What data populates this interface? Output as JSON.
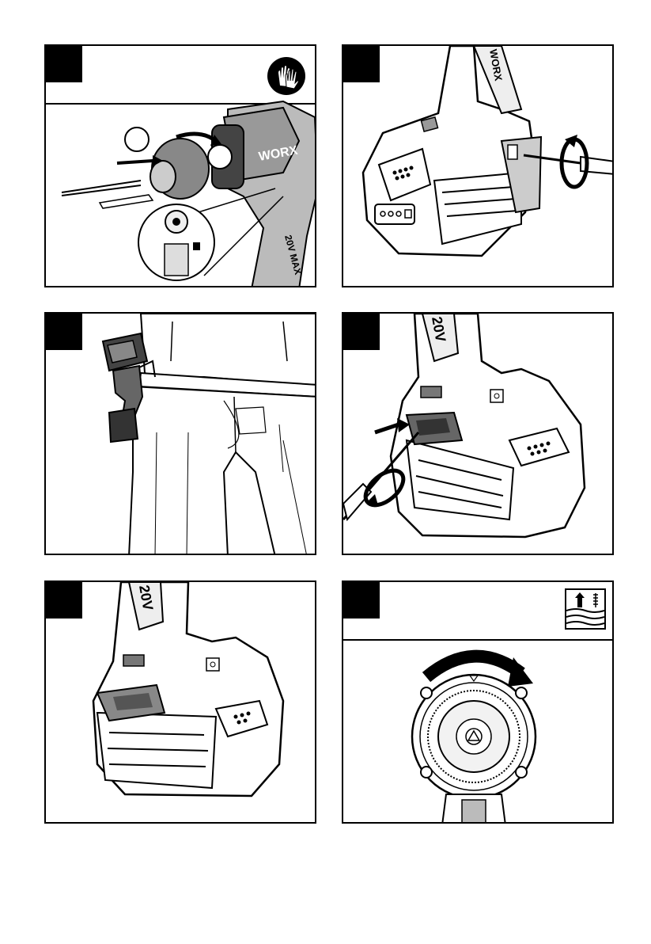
{
  "panels": [
    {
      "id": 1,
      "brand_text": "WORX",
      "model_text": "20V MAX",
      "icon": "gloves-icon"
    },
    {
      "id": 2,
      "brand_text": "WORX",
      "icon": "screwdriver-rotate-icon"
    },
    {
      "id": 3,
      "icon": "belt-clip-icon"
    },
    {
      "id": 4,
      "model_text": "20V",
      "icon": "screwdriver-rotate-icon"
    },
    {
      "id": 5,
      "model_text": "20V",
      "icon": "belt-clip-icon"
    },
    {
      "id": 6,
      "icon": "drill-into-material-icon"
    }
  ]
}
